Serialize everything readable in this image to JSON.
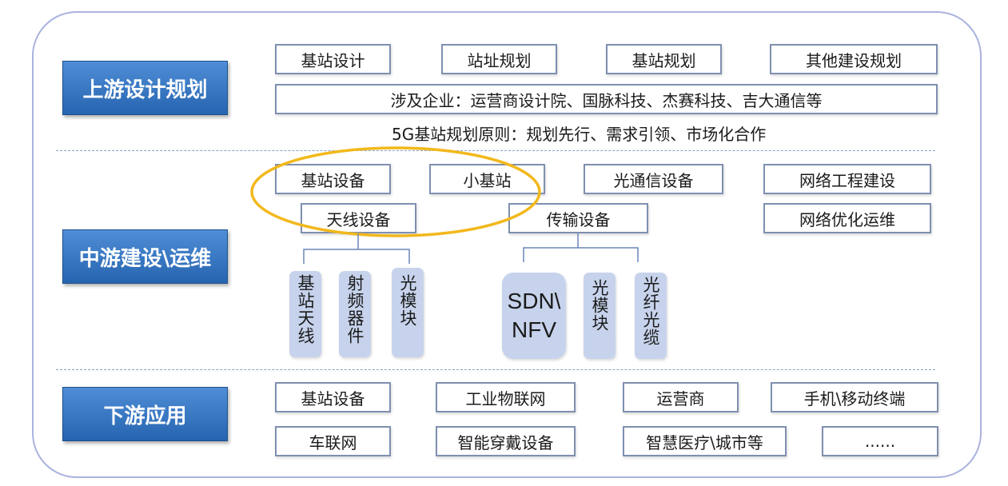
{
  "upstream": {
    "label": "上游设计规划",
    "items": [
      "基站设计",
      "站址规划",
      "基站规划",
      "其他建设规划"
    ],
    "companies": "涉及企业：运营商设计院、国脉科技、杰赛科技、吉大通信等",
    "principle": "5G基站规划原则：规划先行、需求引领、市场化合作"
  },
  "midstream": {
    "label": "中游建设\\运维",
    "row1": [
      "基站设备",
      "小基站",
      "光通信设备",
      "网络工程建设"
    ],
    "antenna": "天线设备",
    "transmission": "传输设备",
    "network_ops": "网络优化运维",
    "antenna_parts": [
      "基站天线",
      "射频器件",
      "光模块"
    ],
    "transmission_parts": [
      "SDN\\",
      "NFV",
      "光模块",
      "光纤光缆"
    ]
  },
  "downstream": {
    "label": "下游应用",
    "row1": [
      "基站设备",
      "工业物联网",
      "运营商",
      "手机\\移动终端"
    ],
    "row2": [
      "车联网",
      "智能穿戴设备",
      "智慧医疗\\城市等",
      "......"
    ]
  },
  "colors": {
    "stage_fill": "#2f6fbe",
    "box_border": "#7f8fb0",
    "highlight_ellipse": "#f2b81c",
    "part_fill": "#c7d3ec"
  }
}
